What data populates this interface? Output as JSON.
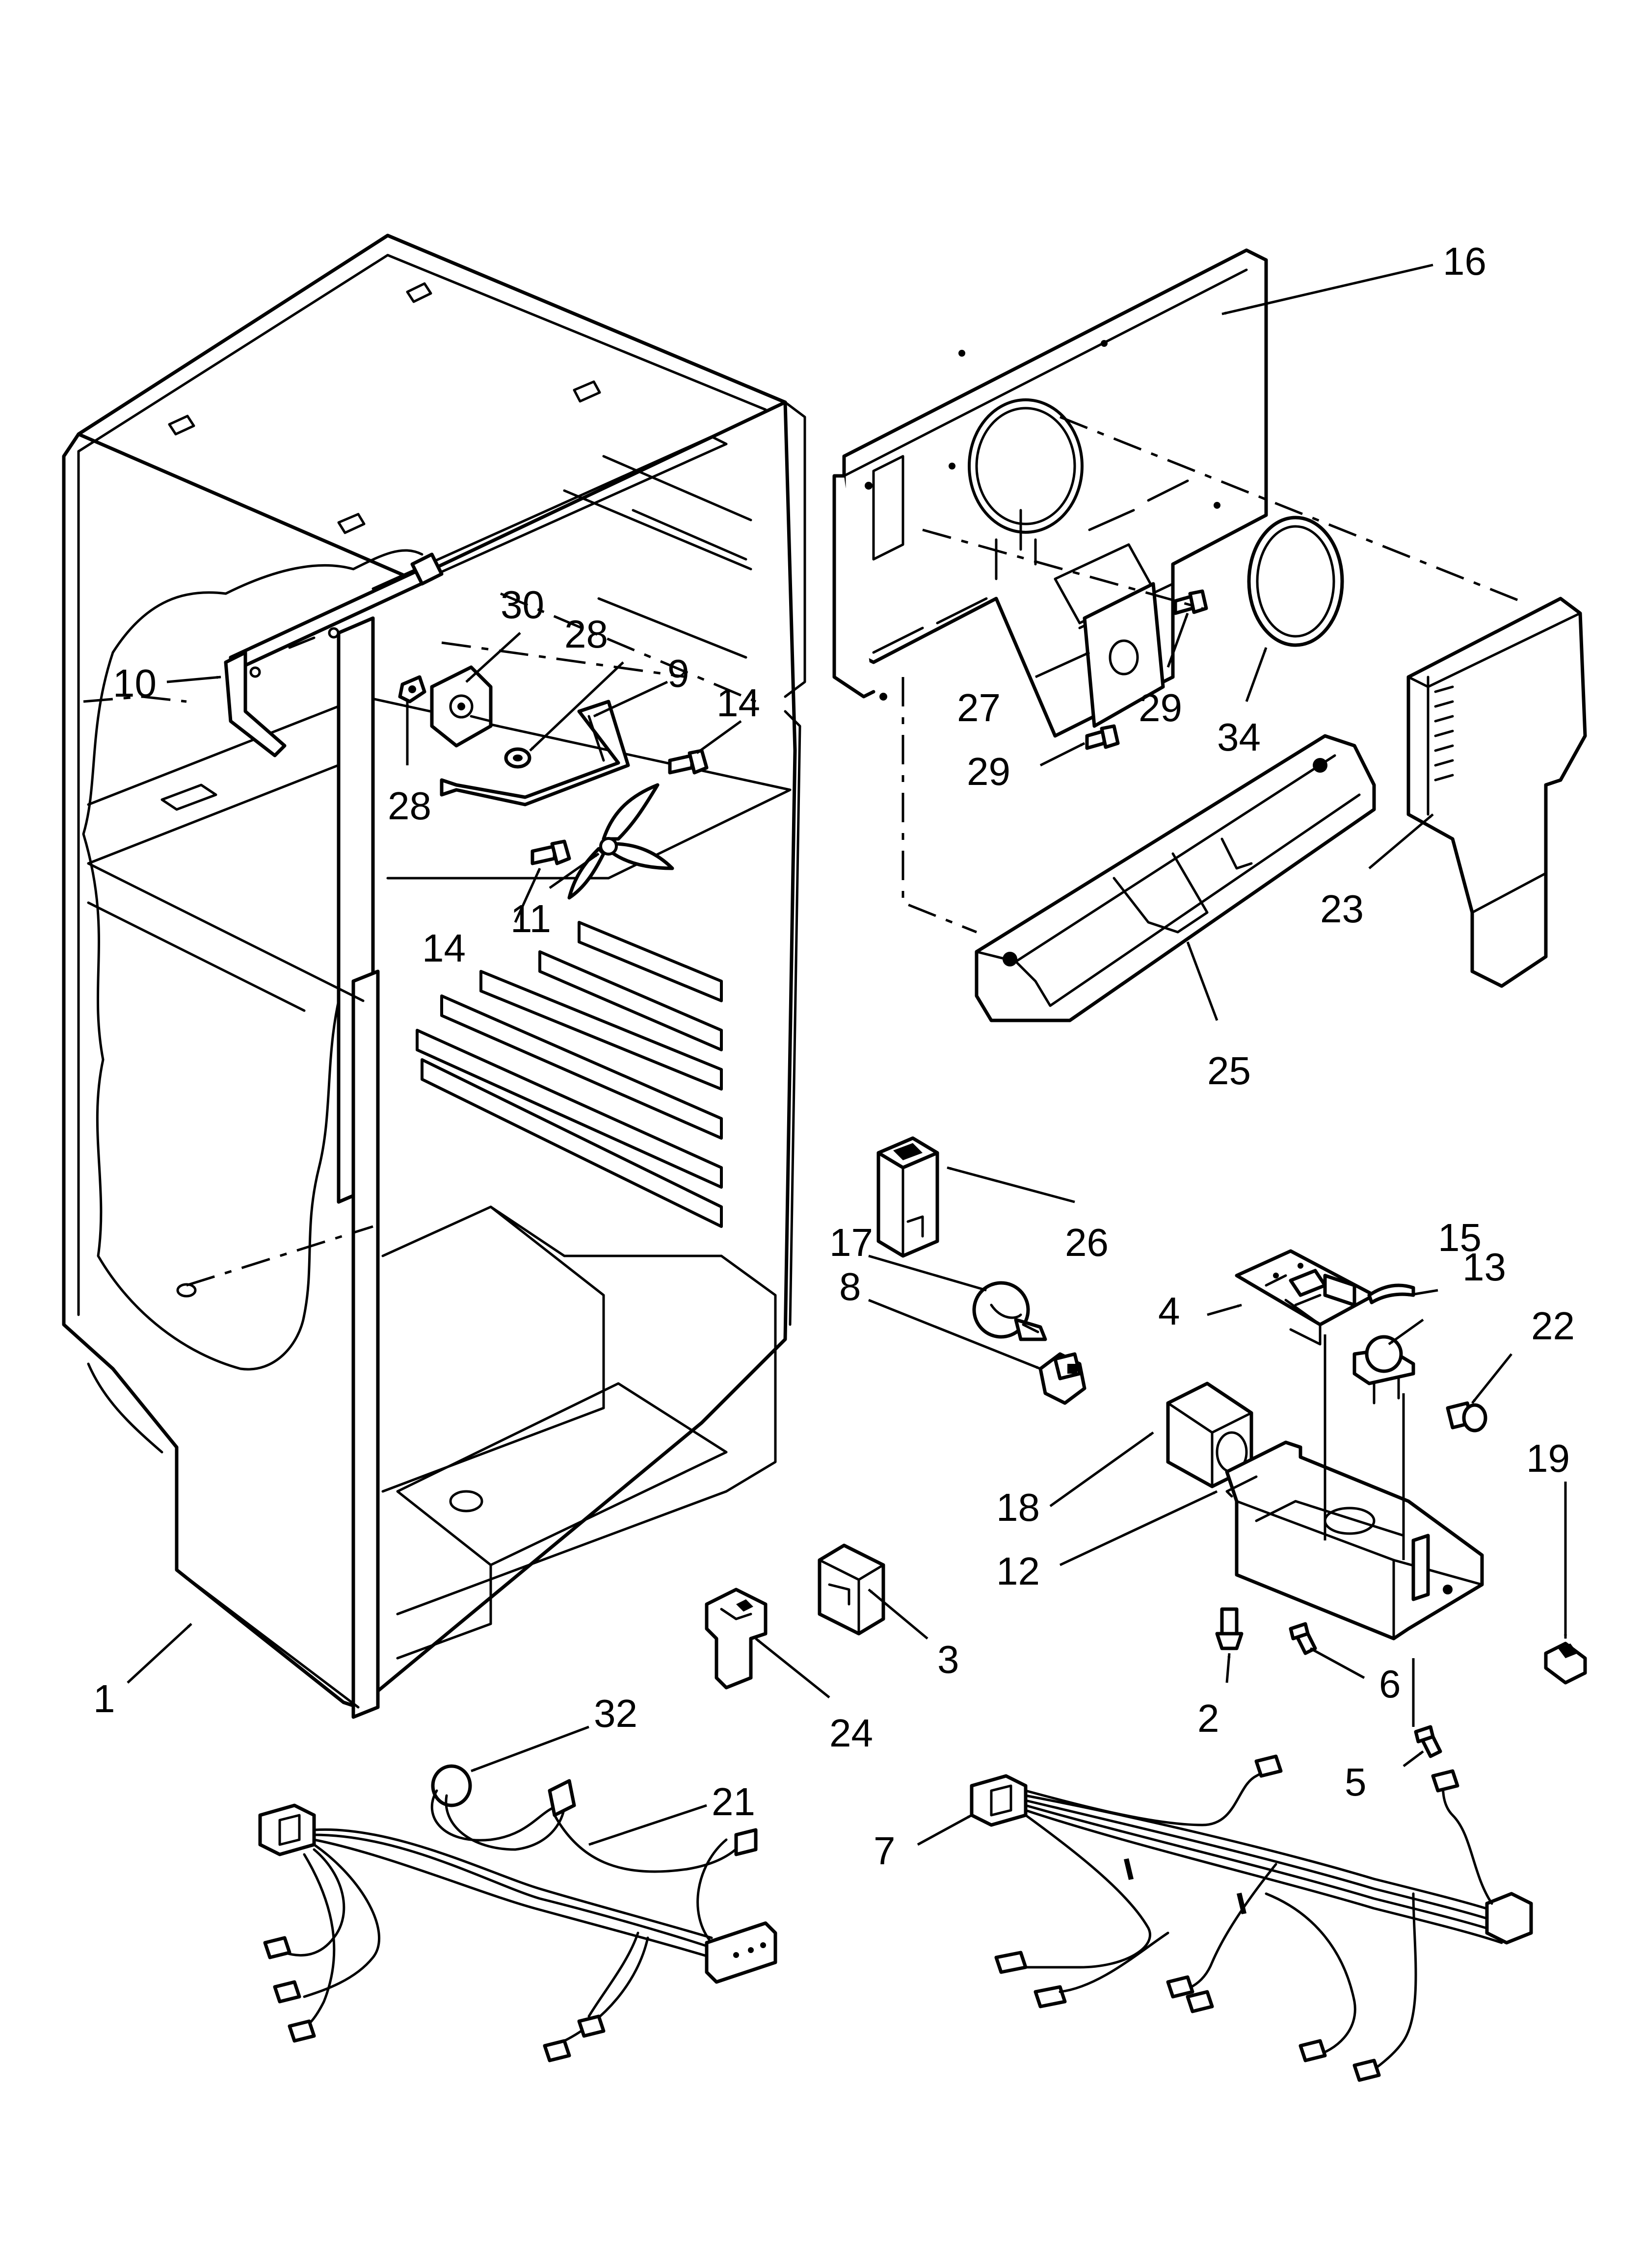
{
  "diagram": {
    "callouts": [
      {
        "id": "c1",
        "label": "1"
      },
      {
        "id": "c2",
        "label": "2"
      },
      {
        "id": "c3",
        "label": "3"
      },
      {
        "id": "c4",
        "label": "4"
      },
      {
        "id": "c5",
        "label": "5"
      },
      {
        "id": "c6",
        "label": "6"
      },
      {
        "id": "c7",
        "label": "7"
      },
      {
        "id": "c8",
        "label": "8"
      },
      {
        "id": "c9",
        "label": "9"
      },
      {
        "id": "c10",
        "label": "10"
      },
      {
        "id": "c11",
        "label": "11"
      },
      {
        "id": "c12",
        "label": "12"
      },
      {
        "id": "c13",
        "label": "13"
      },
      {
        "id": "c14a",
        "label": "14"
      },
      {
        "id": "c14b",
        "label": "14"
      },
      {
        "id": "c15",
        "label": "15"
      },
      {
        "id": "c16",
        "label": "16"
      },
      {
        "id": "c17",
        "label": "17"
      },
      {
        "id": "c18",
        "label": "18"
      },
      {
        "id": "c19",
        "label": "19"
      },
      {
        "id": "c21",
        "label": "21"
      },
      {
        "id": "c22",
        "label": "22"
      },
      {
        "id": "c23",
        "label": "23"
      },
      {
        "id": "c24",
        "label": "24"
      },
      {
        "id": "c25",
        "label": "25"
      },
      {
        "id": "c26",
        "label": "26"
      },
      {
        "id": "c27",
        "label": "27"
      },
      {
        "id": "c28a",
        "label": "28"
      },
      {
        "id": "c28b",
        "label": "28"
      },
      {
        "id": "c29a",
        "label": "29"
      },
      {
        "id": "c29b",
        "label": "29"
      },
      {
        "id": "c30",
        "label": "30"
      },
      {
        "id": "c32",
        "label": "32"
      },
      {
        "id": "c34",
        "label": "34"
      }
    ]
  },
  "colors": {
    "line": "#000000",
    "background": "#ffffff"
  }
}
